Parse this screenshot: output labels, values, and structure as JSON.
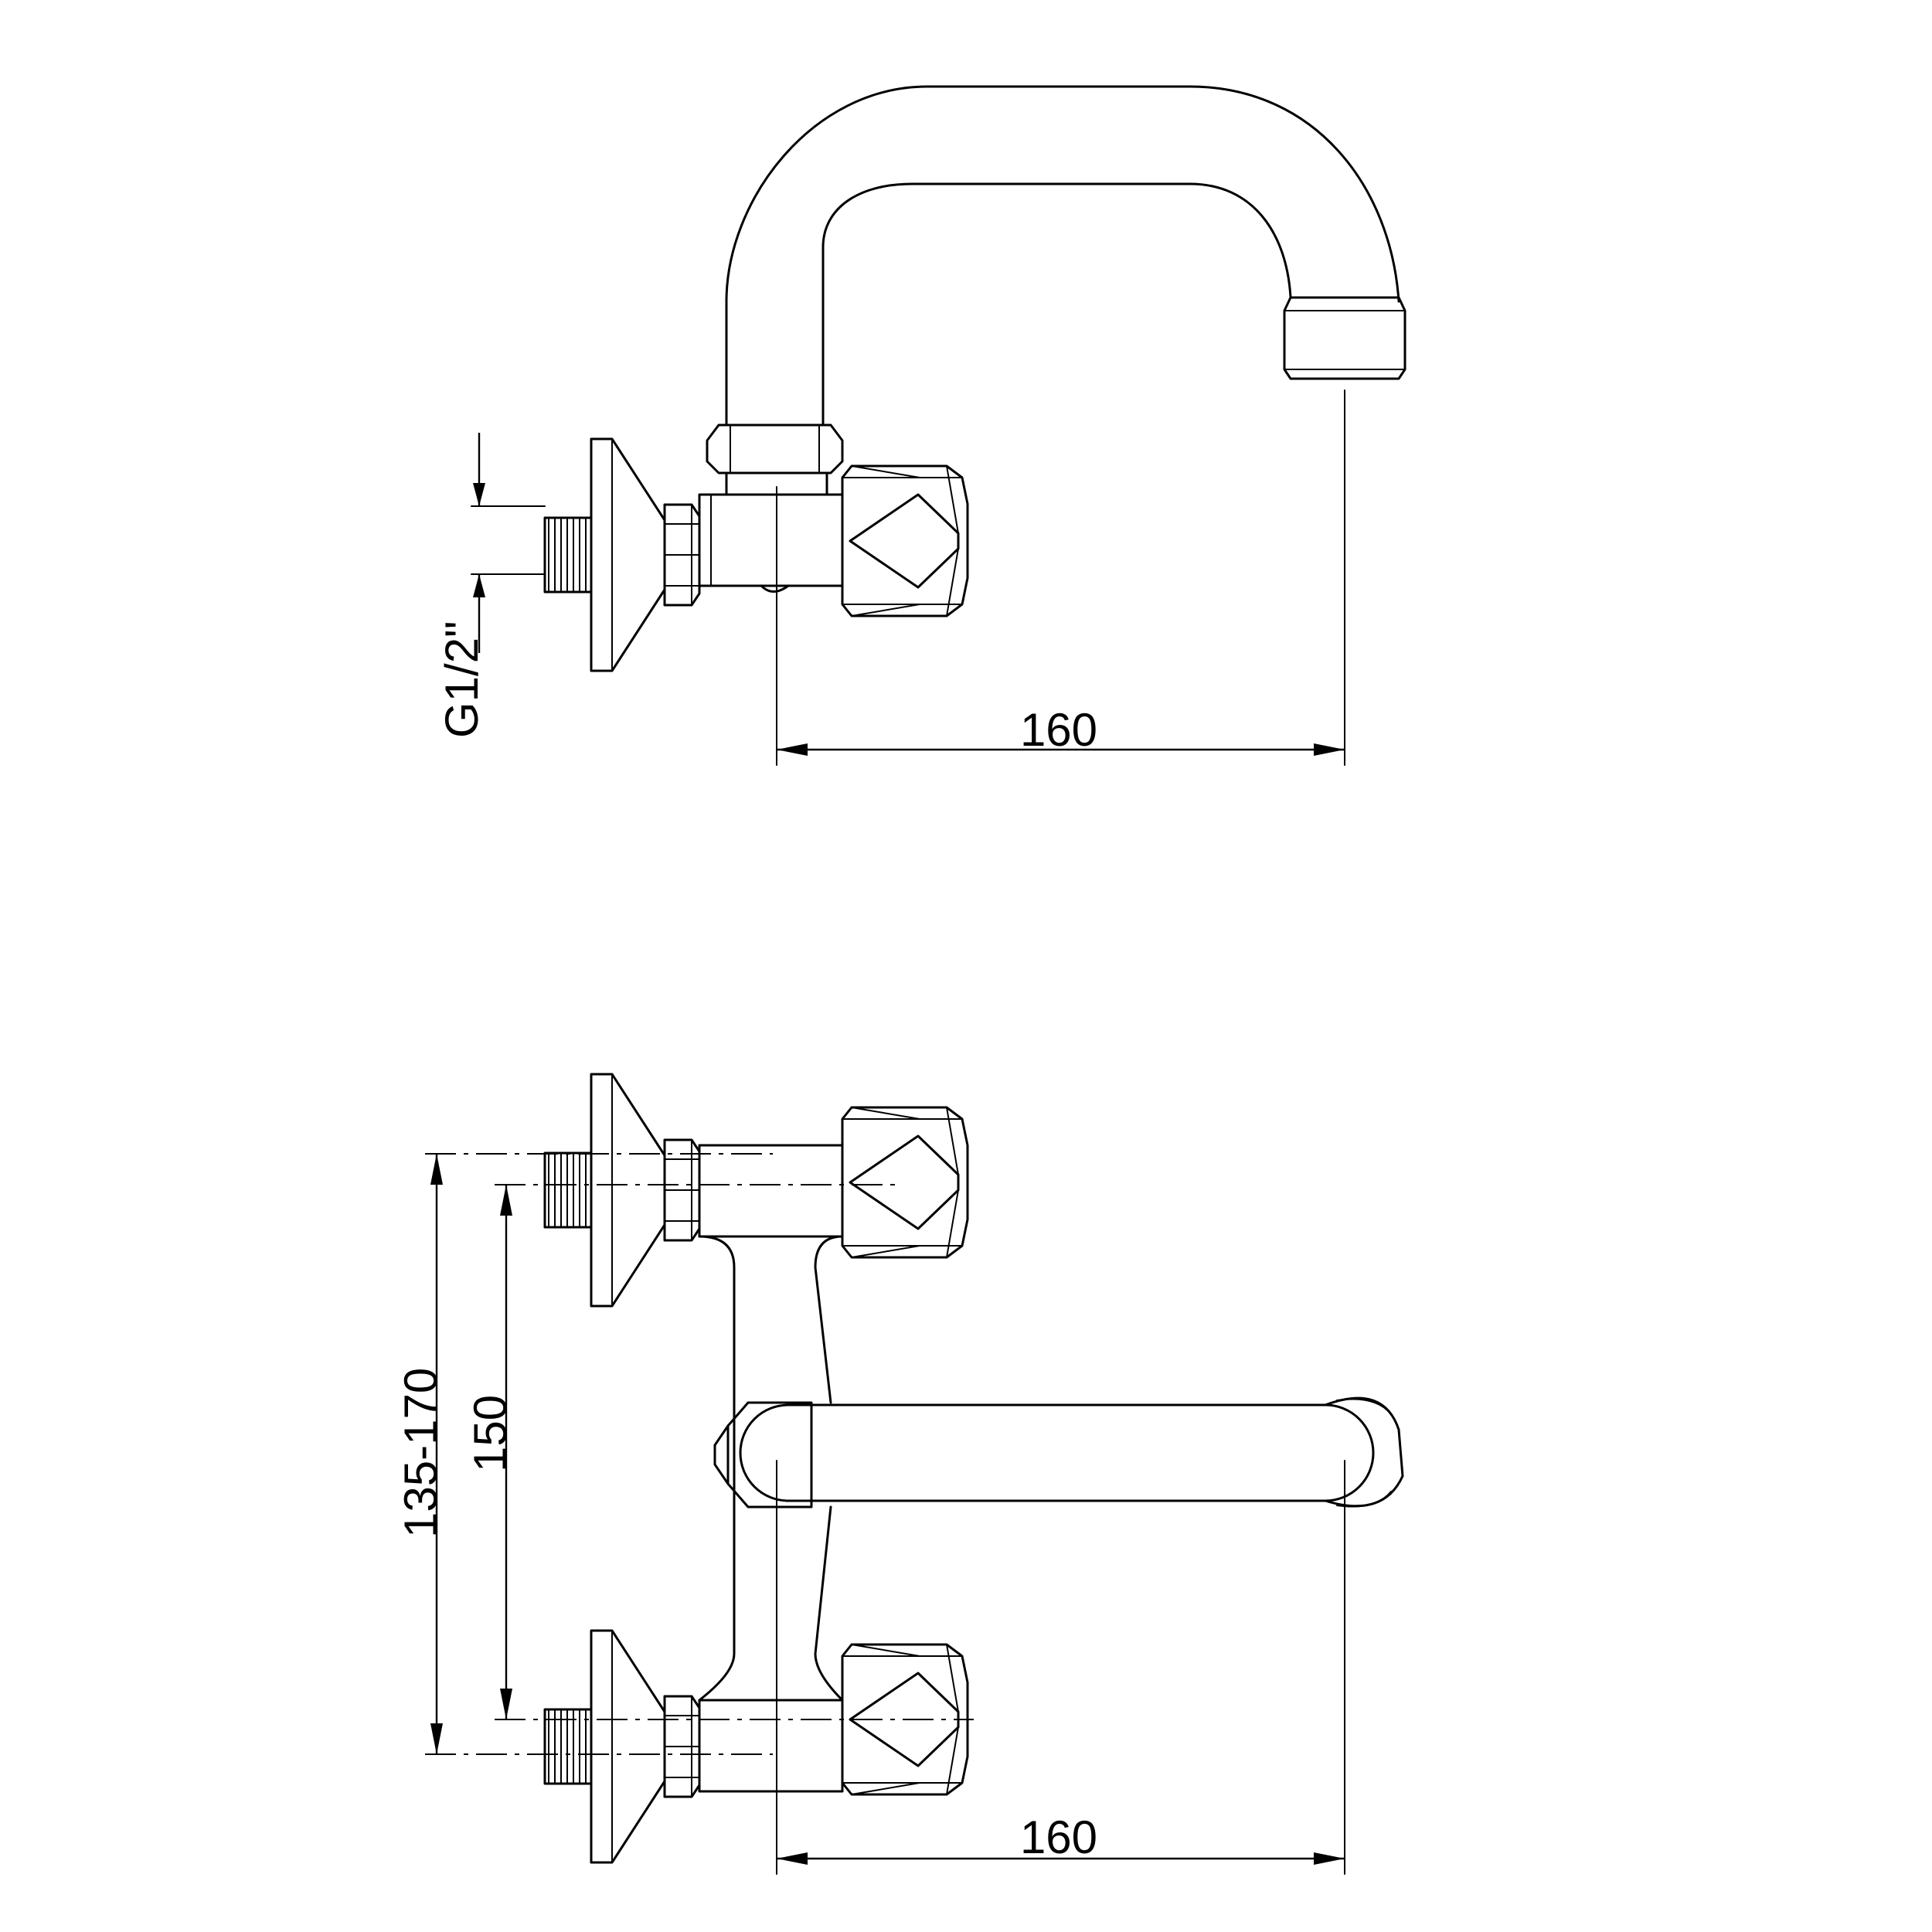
{
  "side_view": {
    "thread_label": "G1/2\"",
    "projection_label": "160"
  },
  "front_view": {
    "range_label": "135-170",
    "center_distance_label": "150",
    "projection_label": "160"
  },
  "icons": [
    "wall-flange",
    "hex-nut",
    "tap-handle",
    "spout",
    "aerator",
    "threaded-connector"
  ]
}
